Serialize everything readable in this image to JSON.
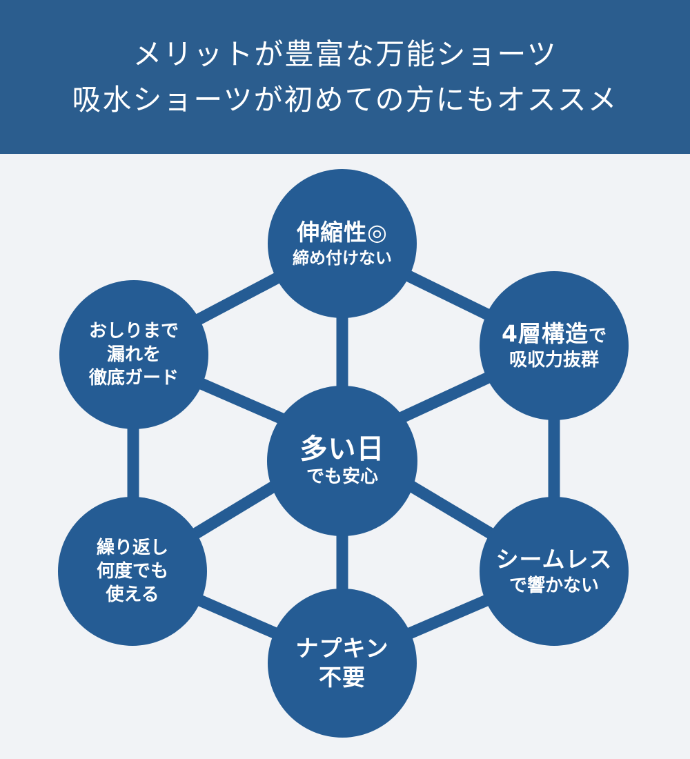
{
  "header": {
    "line1": "メリットが豊富な万能ショーツ",
    "line2": "吸水ショーツが初めての方にもオススメ"
  },
  "colors": {
    "header_bg": "#2b5d8e",
    "node_fill": "#255c94",
    "page_bg": "#f1f3f6",
    "text": "#ffffff"
  },
  "nodes": {
    "top": {
      "line1": "伸縮性◎",
      "line2": "締め付けない"
    },
    "upper_right": {
      "line1_main": "4層構造",
      "line1_suffix": "で",
      "line2": "吸収力抜群"
    },
    "lower_right": {
      "line1": "シームレス",
      "line2": "で響かない"
    },
    "bottom": {
      "line1": "ナプキン",
      "line2": "不要"
    },
    "lower_left": {
      "line1": "繰り返し",
      "line2": "何度でも",
      "line3": "使える"
    },
    "upper_left": {
      "line1": "おしりまで",
      "line2": "漏れを",
      "line3": "徹底ガード"
    },
    "center": {
      "line1": "多い日",
      "line2": "でも安心"
    }
  }
}
